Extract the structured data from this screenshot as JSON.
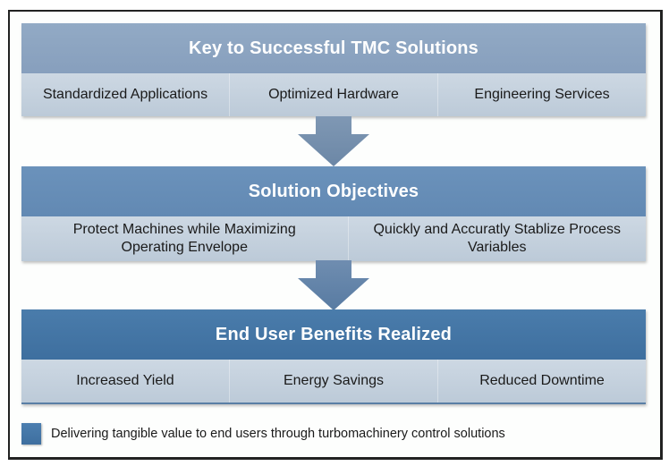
{
  "diagram": {
    "blocks": [
      {
        "title": "Key to Successful TMC Solutions",
        "color": "#8ca4c1",
        "items": [
          "Standardized Applications",
          "Optimized Hardware",
          "Engineering Services"
        ]
      },
      {
        "title": "Solution Objectives",
        "color": "#668db7",
        "items": [
          "Protect Machines while Maximizing Operating Envelope",
          "Quickly and Accuratly Stablize Process Variables"
        ]
      },
      {
        "title": "End User Benefits Realized",
        "color": "#4476a5",
        "items": [
          "Increased Yield",
          "Energy Savings",
          "Reduced Downtime"
        ]
      }
    ],
    "arrow_color": "#7a92ad",
    "legend": {
      "text": "Delivering tangible value to end users through turbomachinery control solutions",
      "swatch_color": "#4679aa"
    }
  }
}
